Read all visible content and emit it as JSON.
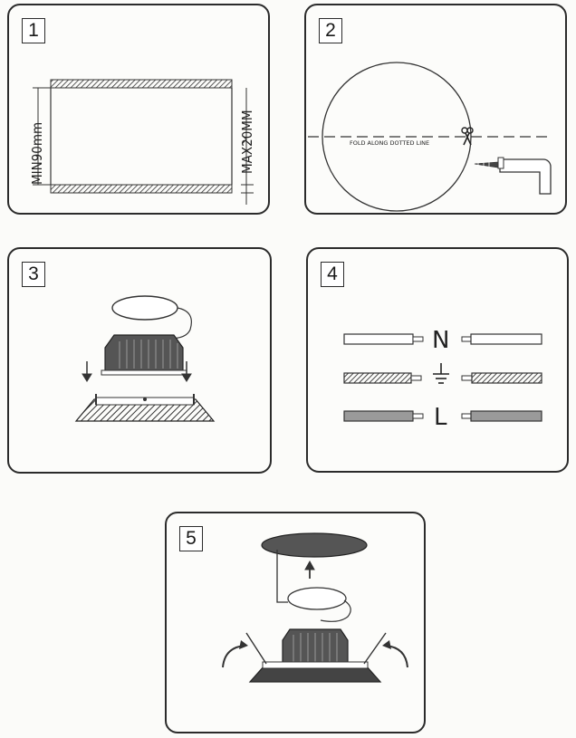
{
  "panels": [
    {
      "number": "1"
    },
    {
      "number": "2",
      "fold_label": "FOLD ALONG DOTTED LINE"
    },
    {
      "number": "3"
    },
    {
      "number": "4",
      "neutral_label": "N",
      "live_label": "L"
    },
    {
      "number": "5"
    }
  ],
  "step1": {
    "min_label": "MIN90mm",
    "max_label": "MAX20MM"
  }
}
